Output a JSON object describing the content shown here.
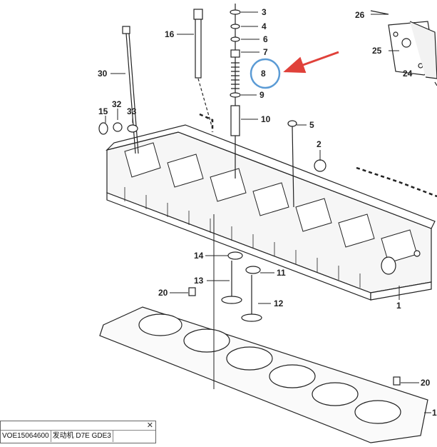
{
  "diagram": {
    "callouts": [
      "1",
      "2",
      "3",
      "4",
      "5",
      "6",
      "7",
      "8",
      "9",
      "10",
      "11",
      "12",
      "13",
      "14",
      "15",
      "16",
      "20",
      "20",
      "24",
      "25",
      "26",
      "30",
      "32",
      "33",
      "1"
    ],
    "highlight": {
      "label": "8",
      "color": "#5b9bd5"
    },
    "arrow_color": "#e0413a",
    "line_color": "#222222"
  },
  "info_bar": {
    "close_glyph": "✕",
    "part_code": "VOE15064600",
    "description": "发动机 D7E GDE3"
  }
}
